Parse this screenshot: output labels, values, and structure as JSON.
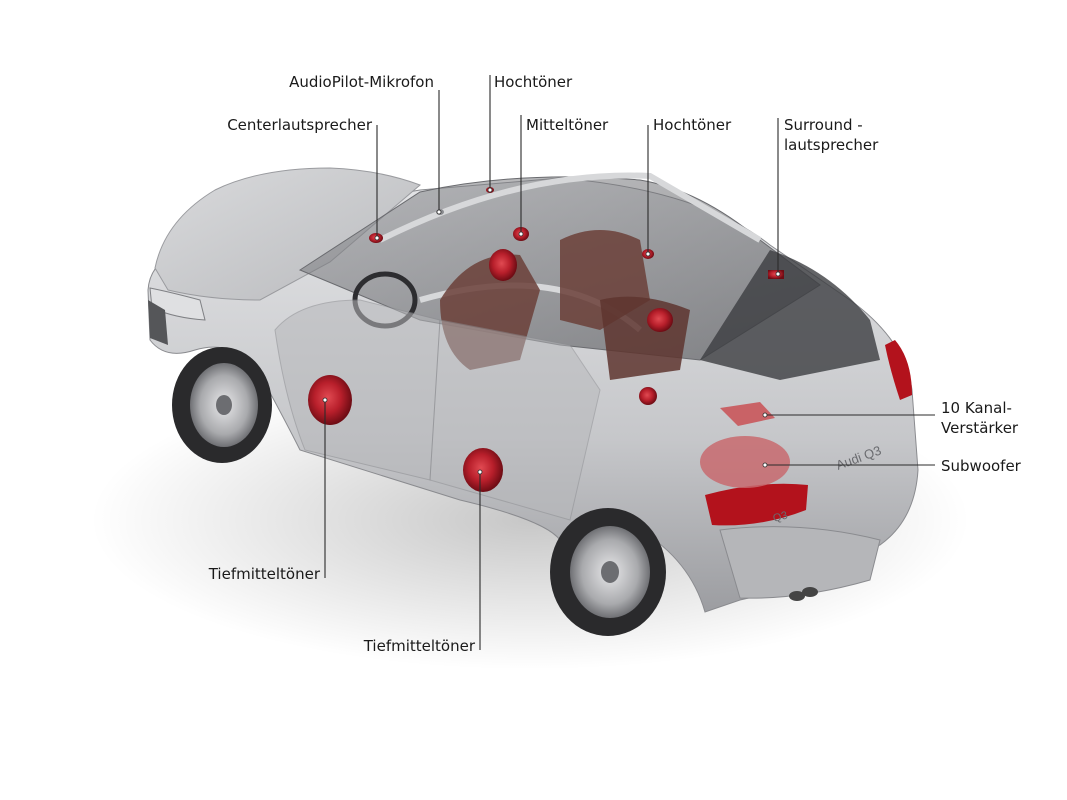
{
  "labels": {
    "audiopilot": "AudioPilot-Mikrofon",
    "hochtoener_front": "Hochtöner",
    "centerlautsprecher": "Centerlautsprecher",
    "mitteltoener": "Mitteltöner",
    "hochtoener_rear": "Hochtöner",
    "surround_line1": "Surround -",
    "surround_line2": "lautsprecher",
    "amp_line1": "10 Kanal-",
    "amp_line2": "Verstärker",
    "subwoofer": "Subwoofer",
    "tiefmittel_front": "Tiefmitteltöner",
    "tiefmittel_rear": "Tiefmitteltöner"
  },
  "badges": {
    "rear_model": "Audi Q3",
    "tailgate_model": "Q3"
  },
  "colors": {
    "speaker": "#b81f2b",
    "body": "#c9cacc",
    "glass": "#6d6d70",
    "interior": "#6b3f38",
    "taillight": "#b3121c"
  }
}
